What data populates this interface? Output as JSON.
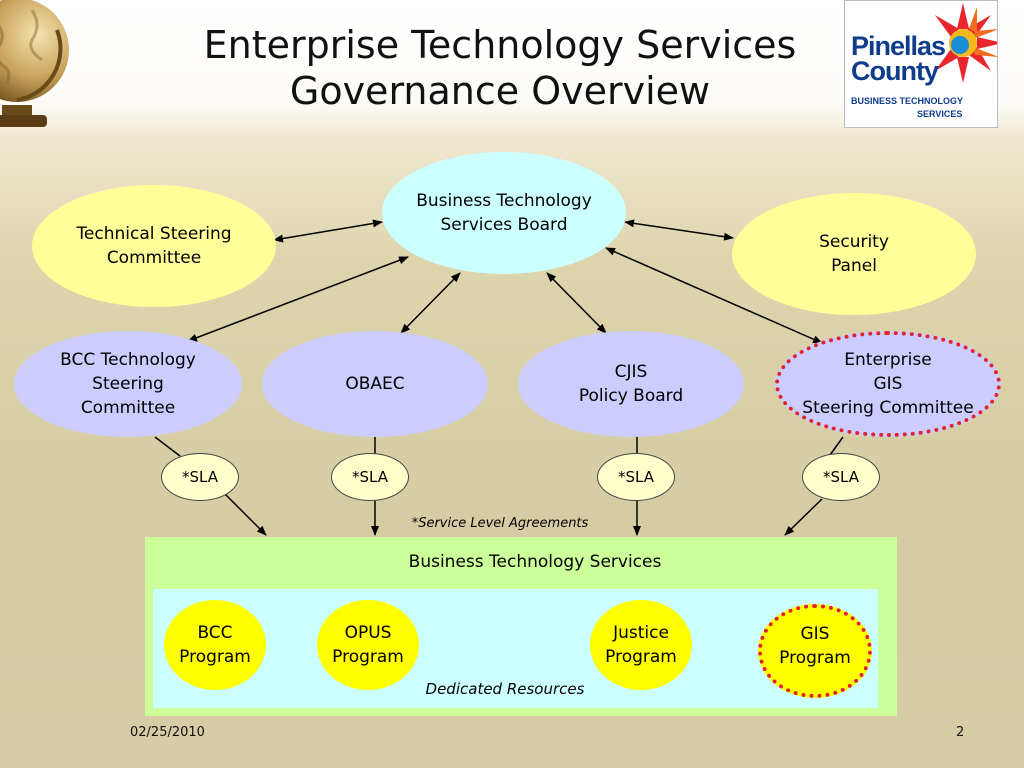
{
  "slide": {
    "title_line1": "Enterprise Technology Services",
    "title_line2": "Governance Overview",
    "date": "02/25/2010",
    "page_number": "2"
  },
  "logo": {
    "line1": "Pinellas",
    "line2": "County",
    "line3": "BUSINESS TECHNOLOGY",
    "line4": "SERVICES",
    "icon": "sun-logo-icon"
  },
  "nodes": {
    "bts_board": {
      "line1": "Business Technology",
      "line2": "Services Board"
    },
    "tech_steering": {
      "line1": "Technical Steering",
      "line2": "Committee"
    },
    "security_panel": {
      "line1": "Security",
      "line2": "Panel"
    },
    "bcc_tech": {
      "line1": "BCC Technology",
      "line2": "Steering",
      "line3": "Committee"
    },
    "obaec": {
      "line1": "OBAEC"
    },
    "cjis": {
      "line1": "CJIS",
      "line2": "Policy Board"
    },
    "gis_committee": {
      "line1": "Enterprise",
      "line2": "GIS",
      "line3": "Steering Committee"
    }
  },
  "sla": {
    "label": "*SLA",
    "note": "*Service Level Agreements"
  },
  "services": {
    "title": "Business Technology Services",
    "dedicated": "Dedicated Resources",
    "programs": [
      {
        "line1": "BCC",
        "line2": "Program"
      },
      {
        "line1": "OPUS",
        "line2": "Program"
      },
      {
        "line1": "Justice",
        "line2": "Program"
      },
      {
        "line1": "GIS",
        "line2": "Program"
      }
    ]
  },
  "colors": {
    "board": "#ccffff",
    "advisory": "#ffff99",
    "committee": "#ccccff",
    "sla": "#ffffcc",
    "services_box": "#ccff99",
    "dedicated_box": "#ccffff",
    "program": "#ffff00",
    "highlight_dots": "#e0242b"
  }
}
